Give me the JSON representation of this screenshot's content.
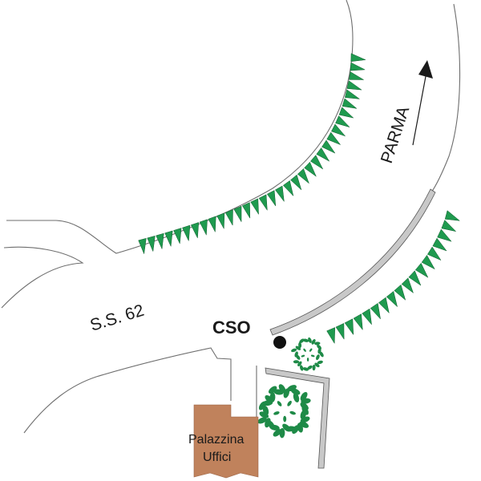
{
  "map": {
    "title": "CSO site location",
    "colors": {
      "background": "#ffffff",
      "road_edge": "#6e6e6e",
      "hedge": "#1f9a4f",
      "hedge_outline": "#0d5a2b",
      "tree": "#1e8a47",
      "wall_fill": "#c8c8c8",
      "wall_stroke": "#555555",
      "building": "#c0825c",
      "marker": "#111111",
      "text": "#1a1a1a"
    },
    "labels": {
      "road": "S.S. 62",
      "direction": "PARMA",
      "station": "CSO",
      "building_line1": "Palazzina",
      "building_line2": "Uffici"
    },
    "features": [
      {
        "type": "road",
        "name": "S.S. 62"
      },
      {
        "type": "direction-arrow",
        "name": "PARMA"
      },
      {
        "type": "hedge-row",
        "name": "north-hedge",
        "count": 34
      },
      {
        "type": "hedge-row",
        "name": "east-hedge",
        "count": 18
      },
      {
        "type": "wall",
        "name": "curved-wall"
      },
      {
        "type": "wall",
        "name": "l-shaped-wall"
      },
      {
        "type": "tree",
        "name": "small-tree"
      },
      {
        "type": "tree",
        "name": "large-tree"
      },
      {
        "type": "marker",
        "name": "CSO"
      },
      {
        "type": "building",
        "name": "Palazzina Uffici"
      }
    ]
  }
}
